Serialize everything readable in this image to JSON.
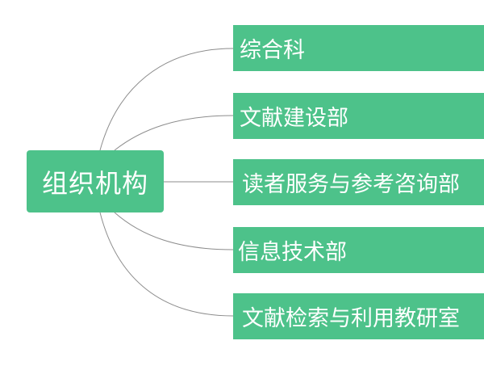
{
  "diagram": {
    "root": {
      "label": "组织机构"
    },
    "children": [
      {
        "label": "综合科"
      },
      {
        "label": "文献建设部"
      },
      {
        "label": "读者服务与参考咨询部"
      },
      {
        "label": "信息技术部"
      },
      {
        "label": "文献检索与利用教研室"
      }
    ]
  },
  "colors": {
    "node_fill": "#4dc28a",
    "node_text": "#ffffff",
    "connector": "#8c8c8c",
    "background": "#ffffff"
  }
}
